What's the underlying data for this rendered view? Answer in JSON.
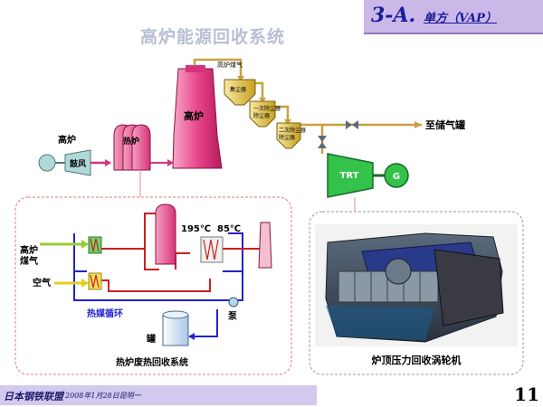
{
  "title": "高炉能源回收系统",
  "section": {
    "number": "3-A.",
    "subtitle": "单方（VAP）"
  },
  "diagram": {
    "blast_furnace": "高炉",
    "blast_furnace_gas": "高炉煤气",
    "dust_catcher": "集尘器",
    "first_stage_separator": "一次除尘器",
    "second_stage_separator": "二次除尘器",
    "to_gas_holder": "至储气罐",
    "trt": "TRT",
    "generator": "G",
    "blower_label": "高炉",
    "blower": "鼓风",
    "hot_stove": "热炉",
    "temp_high": "195℃",
    "temp_low": "85℃",
    "bf_gas_input": "高炉\n煤气",
    "air_input": "空气",
    "heat_medium_loop": "热媒循环",
    "pump": "泵",
    "tank": "罐",
    "heat_recovery_caption": "热炉废热回收系统",
    "turbine_caption": "炉顶压力回收涡轮机"
  },
  "footer": {
    "org": "日本钢铁联盟",
    "date": "2008年1月28日昆明一"
  },
  "page_number": "11",
  "colors": {
    "furnace": "#e8478a",
    "trt": "#33c24a",
    "pipe": "#c8a040",
    "loop": "#2222cc",
    "hot": "#cc2020",
    "badge": "#c9b8e8"
  }
}
